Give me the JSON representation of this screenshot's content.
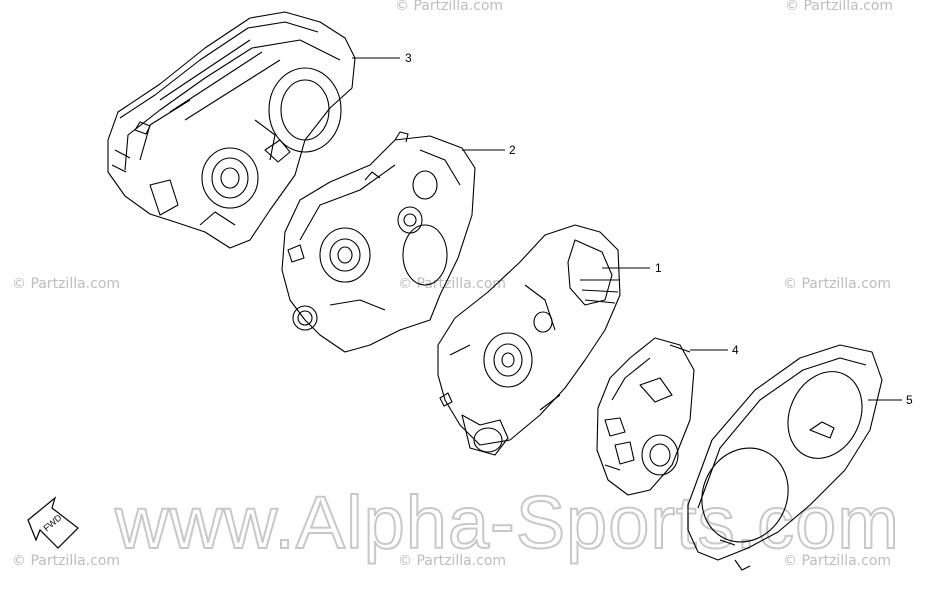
{
  "watermarks": {
    "partzilla": "© Partzilla.com",
    "big": "www.Alpha-Sports.com"
  },
  "callouts": [
    {
      "id": "1",
      "label": "1"
    },
    {
      "id": "2",
      "label": "2"
    },
    {
      "id": "3",
      "label": "3"
    },
    {
      "id": "4",
      "label": "4"
    },
    {
      "id": "5",
      "label": "5"
    }
  ],
  "direction_arrow": {
    "label": "FWD"
  },
  "colors": {
    "line": "#000000",
    "watermark": "#bdbdbd",
    "background": "#ffffff"
  }
}
